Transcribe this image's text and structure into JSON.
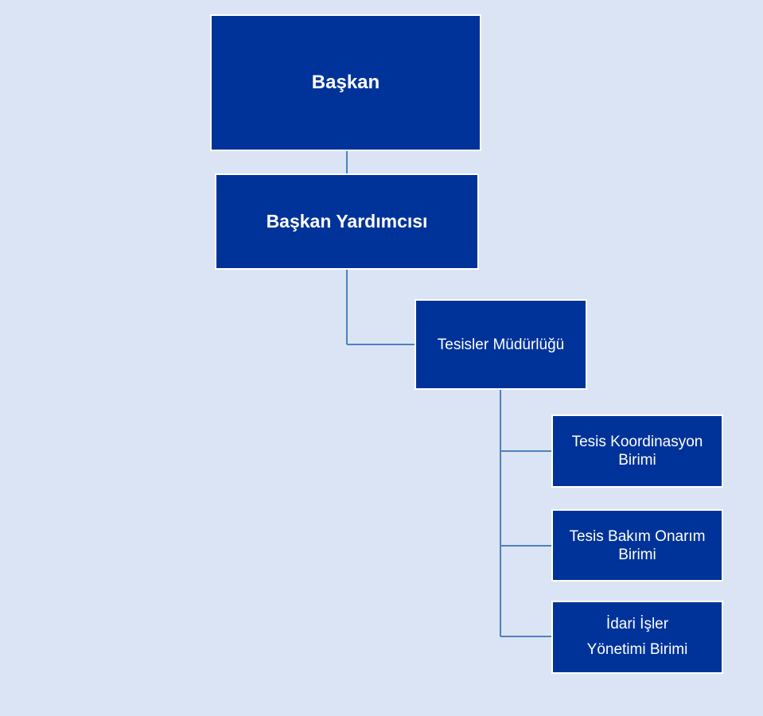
{
  "org_chart": {
    "president": {
      "label": "Başkan"
    },
    "vice_president": {
      "label": "Başkan Yardımcısı"
    },
    "facilities_directorate": {
      "label": "Tesisler Müdürlüğü"
    },
    "units": [
      {
        "line1": "Tesis Koordinasyon",
        "line2": "Birimi"
      },
      {
        "line1": "Tesis Bakım Onarım",
        "line2": "Birimi"
      },
      {
        "line1": "İdari İşler",
        "line2": "Yönetimi Birimi"
      }
    ]
  },
  "colors": {
    "background": "#dbe4f4",
    "box_fill": "#003399",
    "box_border": "#ffffff",
    "connector": "#4f81bd",
    "text": "#ffffff"
  }
}
